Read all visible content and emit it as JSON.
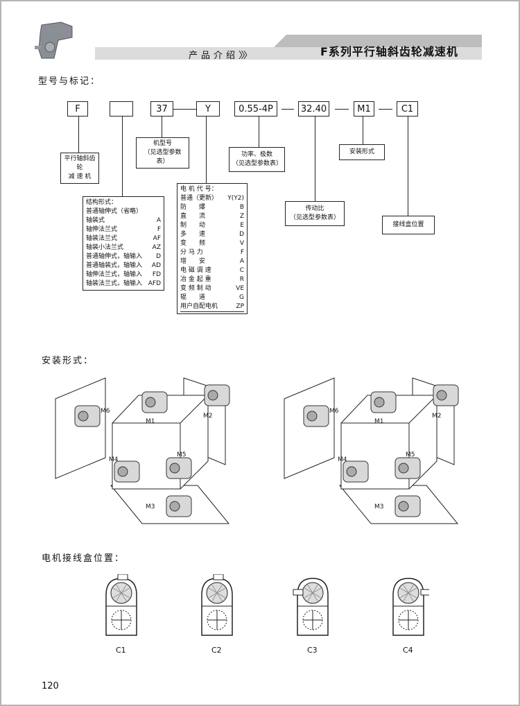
{
  "header": {
    "section": "产品介绍",
    "chevrons": "〉〉〉",
    "title": "F系列平行轴斜齿轮减速机"
  },
  "model": {
    "heading": "型号与标记：",
    "codes": [
      "F",
      "",
      "37",
      "Y",
      "0.55-4P",
      "32.40",
      "M1",
      "C1"
    ],
    "labels": {
      "series": [
        "平行轴斜齿轮",
        "减 速 机"
      ],
      "size": [
        "机型号",
        "（见选型参数表）"
      ],
      "power": [
        "功率、极数",
        "（见选型参数表）"
      ],
      "ratio": [
        "传动比",
        "（见选型参数表）"
      ],
      "mount": "安装形式",
      "box": "接线盒位置"
    },
    "structure": {
      "title": "结构形式：",
      "rows": [
        [
          "普通轴伸式（省略）",
          ""
        ],
        [
          "轴装式",
          "A"
        ],
        [
          "轴伸法兰式",
          "F"
        ],
        [
          "轴装法兰式",
          "AF"
        ],
        [
          "轴装小法兰式",
          "AZ"
        ],
        [
          "普通轴伸式，轴输入",
          "D"
        ],
        [
          "普通轴装式，轴输入",
          "AD"
        ],
        [
          "轴伸法兰式，轴输入",
          "FD"
        ],
        [
          "轴装法兰式，轴输入",
          "AFD"
        ]
      ]
    },
    "motor": {
      "title": "电 机 代 号：",
      "rows": [
        [
          "普通（更新）",
          "Y(Y2)"
        ],
        [
          "防　　爆",
          "B"
        ],
        [
          "直　　流",
          "Z"
        ],
        [
          "制　　动",
          "E"
        ],
        [
          "多　　速",
          "D"
        ],
        [
          "变　　频",
          "V"
        ],
        [
          "分 马 力",
          "F"
        ],
        [
          "增　　安",
          "A"
        ],
        [
          "电 磁 调 速",
          "C"
        ],
        [
          "冶 金 起 重",
          "R"
        ],
        [
          "变 频 制 动",
          "VE"
        ],
        [
          "辊　　道",
          "G"
        ],
        [
          "用户自配电机",
          "ZP"
        ]
      ]
    }
  },
  "mounting": {
    "heading": "安装形式：",
    "positions": [
      "M1",
      "M2",
      "M3",
      "M4",
      "M5",
      "M6"
    ]
  },
  "terminal": {
    "heading": "电机接线盒位置：",
    "positions": [
      "C1",
      "C2",
      "C3",
      "C4"
    ]
  },
  "page_number": "120"
}
